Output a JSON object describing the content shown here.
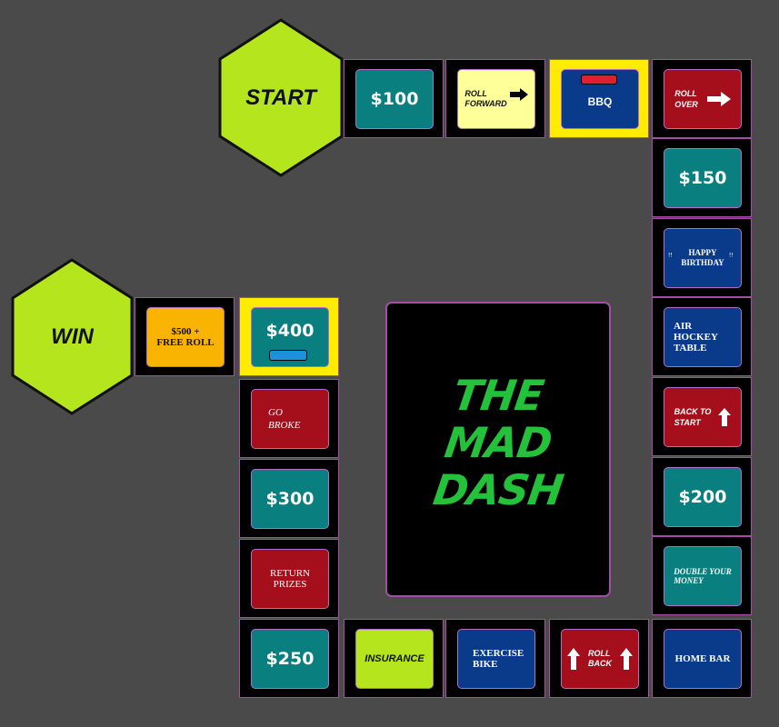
{
  "board": {
    "start_label": "START",
    "win_label": "WIN",
    "title_lines": [
      "THE",
      "MAD",
      "DASH"
    ]
  },
  "spaces": {
    "s100": "$100",
    "roll_forward": [
      "ROLL",
      "FORWARD"
    ],
    "bbq": "BBQ",
    "roll_over": [
      "ROLL",
      "OVER"
    ],
    "s150": "$150",
    "happy_birthday": [
      "HAPPY",
      "BIRTHDAY"
    ],
    "air_hockey": [
      "AIR HOCKEY",
      "TABLE"
    ],
    "back_to_start": [
      "BACK TO",
      "START"
    ],
    "s200": "$200",
    "double_money": [
      "DOUBLE YOUR",
      "MONEY"
    ],
    "home_bar": "HOME BAR",
    "roll_back": [
      "ROLL",
      "BACK"
    ],
    "exercise_bike": [
      "EXERCISE",
      "BIKE"
    ],
    "insurance": "INSURANCE",
    "s250": "$250",
    "return_prizes": [
      "RETURN",
      "PRIZES"
    ],
    "s300": "$300",
    "go_broke": [
      "GO",
      "BROKE"
    ],
    "s400": "$400",
    "s500": [
      "$500 +",
      "FREE ROLL"
    ]
  },
  "colors": {
    "background": "#4a4a4a",
    "hexagon": "#b5e61d",
    "logo_text": "#23c23a",
    "highlight": "#ffec00",
    "red_token": "#e0202c",
    "blue_token": "#1e90e0"
  }
}
